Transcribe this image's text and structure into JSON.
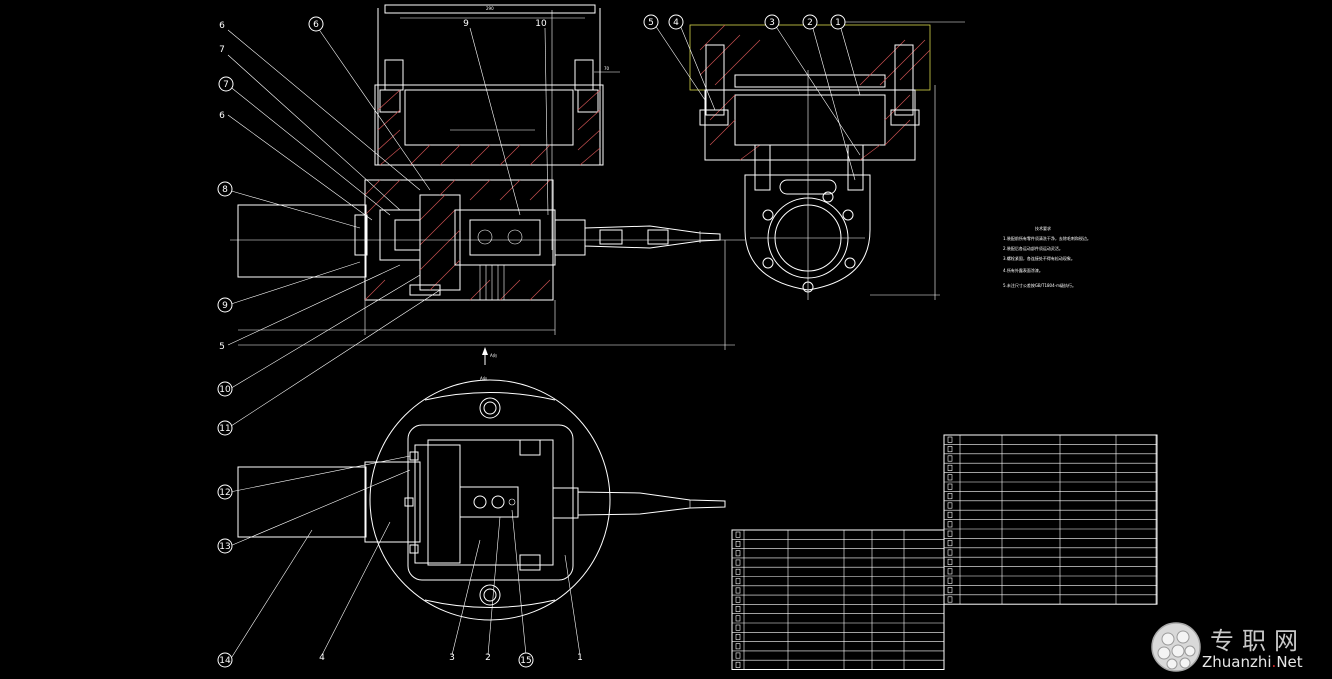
{
  "drawing": {
    "section_label": "A向",
    "top_dims": [
      "290",
      "70"
    ],
    "tech_notes_title": "技术要求",
    "tech_notes": [
      "1.装配前所有零件须清洗干净，去除毛刺和锐边。",
      "2.装配后各运动部件须运动灵活。",
      "3.螺栓紧固，各连接处不得有松动现象。",
      "4.所有外露表面涂漆。",
      "5.未注尺寸公差按GB/T1804-m级执行。"
    ]
  },
  "balloons": {
    "front": [
      "6",
      "7",
      "7",
      "6",
      "8",
      "9",
      "5",
      "10",
      "11",
      "6",
      "9",
      "10"
    ],
    "right": [
      "5",
      "4",
      "3",
      "2",
      "1"
    ],
    "bottom": [
      "12",
      "13",
      "14",
      "4",
      "3",
      "2",
      "15",
      "1"
    ]
  },
  "watermark": {
    "cn": "专职网",
    "en_main": "Zhuanzhi",
    "en_dot": ".",
    "en_tld": "Net"
  }
}
